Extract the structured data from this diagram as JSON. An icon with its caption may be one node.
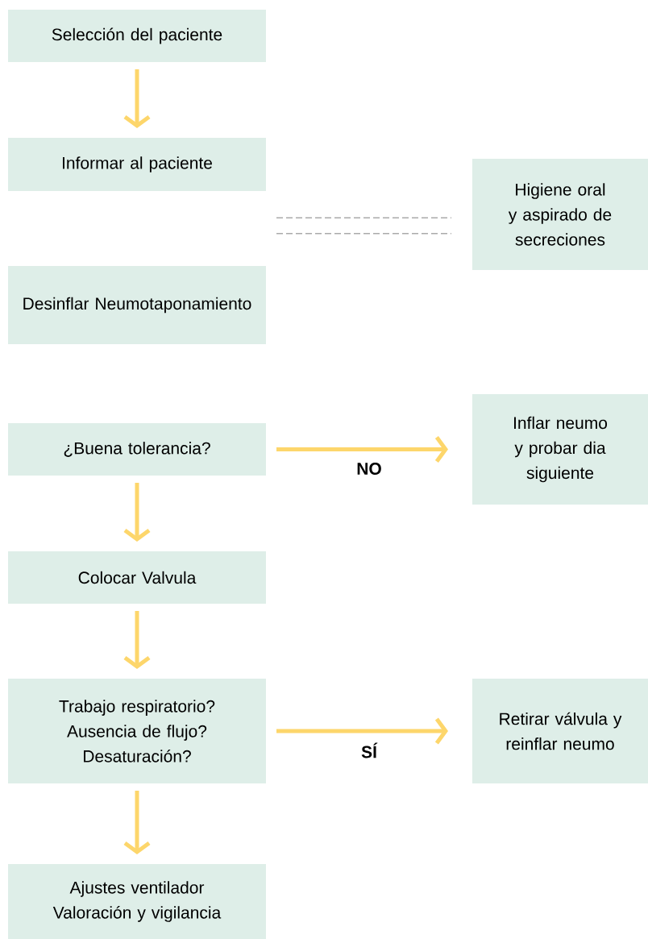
{
  "diagram": {
    "nodes": [
      {
        "text": [
          "Selección del paciente"
        ]
      },
      {
        "text": [
          "Informar al paciente"
        ]
      },
      {
        "text": [
          "Higiene oral y aspirado de secreciones"
        ]
      },
      {
        "text": [
          "Desinflar Neumotaponamiento"
        ]
      },
      {
        "text": [
          "¿Buena tolerancia?"
        ]
      },
      {
        "text": [
          "Inflar neumo y probar dia siguiente"
        ]
      },
      {
        "text": [
          "Colocar Valvula"
        ]
      },
      {
        "text": [
          "Trabajo respiratorio? Ausencia de flujo? Desaturación?"
        ]
      },
      {
        "text": [
          "Retirar válvula y reinflar neumo"
        ]
      },
      {
        "text": [
          "Ajustes ventilador Valoración y vigilancia"
        ]
      }
    ],
    "edges": [
      {
        "from": 0,
        "to": 1,
        "arrow": "to"
      },
      {
        "from": null,
        "to": 2,
        "arrow": "none",
        "style": "dashed",
        "color": "#aaaaaa"
      },
      {
        "from": 4,
        "to": 5,
        "arrow": "to",
        "label": "NO"
      },
      {
        "from": 4,
        "to": 6,
        "arrow": "to"
      },
      {
        "from": 6,
        "to": 7,
        "arrow": "to"
      },
      {
        "from": 7,
        "to": 8,
        "arrow": "to",
        "label": "SÍ"
      },
      {
        "from": 7,
        "to": 9,
        "arrow": "to"
      }
    ]
  }
}
